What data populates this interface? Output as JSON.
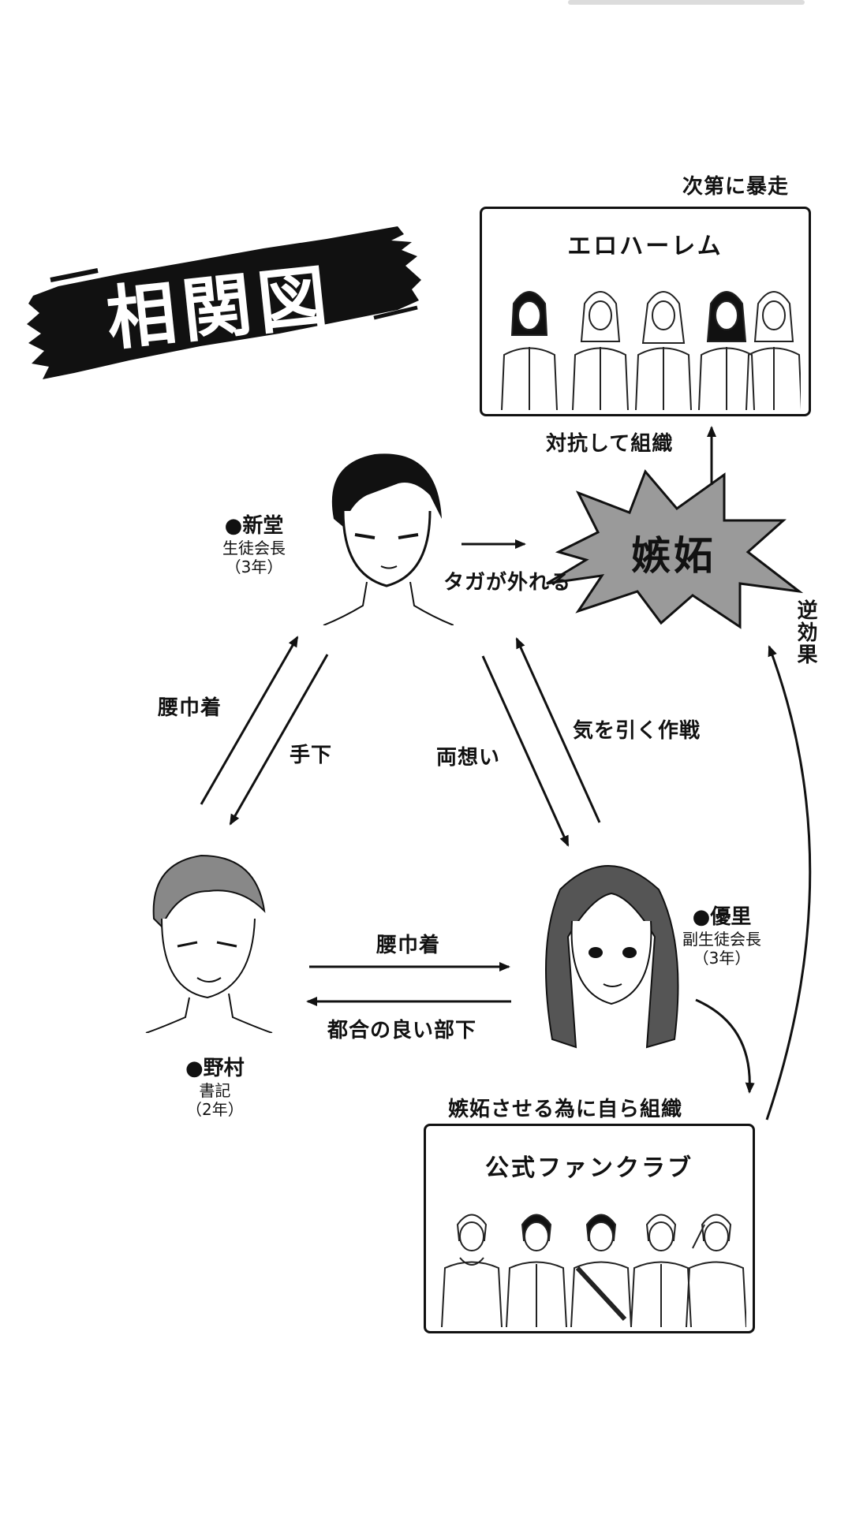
{
  "title": "相関図",
  "jealousy": "嫉妬",
  "characters": {
    "shindo": {
      "name": "●新堂",
      "role": "生徒会長",
      "year": "（3年）"
    },
    "yuri": {
      "name": "●優里",
      "role": "副生徒会長",
      "year": "（3年）"
    },
    "nomura": {
      "name": "●野村",
      "role": "書記",
      "year": "（2年）"
    }
  },
  "groups": {
    "harem": {
      "title": "エロハーレム",
      "caption": "次第に暴走"
    },
    "fanclub": {
      "title": "公式ファンクラブ",
      "caption": "嫉妬させる為に自ら組織"
    }
  },
  "relations": {
    "nomura_to_shindo": "腰巾着",
    "shindo_to_nomura": "手下",
    "shindo_yuri_mutual": "両想い",
    "yuri_to_shindo": "気を引く作戦",
    "nomura_to_yuri": "腰巾着",
    "yuri_to_nomura": "都合の良い部下",
    "shindo_to_jealousy": "タガが外れる",
    "jealousy_to_harem": "対抗して組織",
    "fanclub_to_jealousy": "逆効果"
  },
  "colors": {
    "ink": "#111111",
    "burst_fill": "#9a9a9a",
    "background": "#ffffff"
  }
}
